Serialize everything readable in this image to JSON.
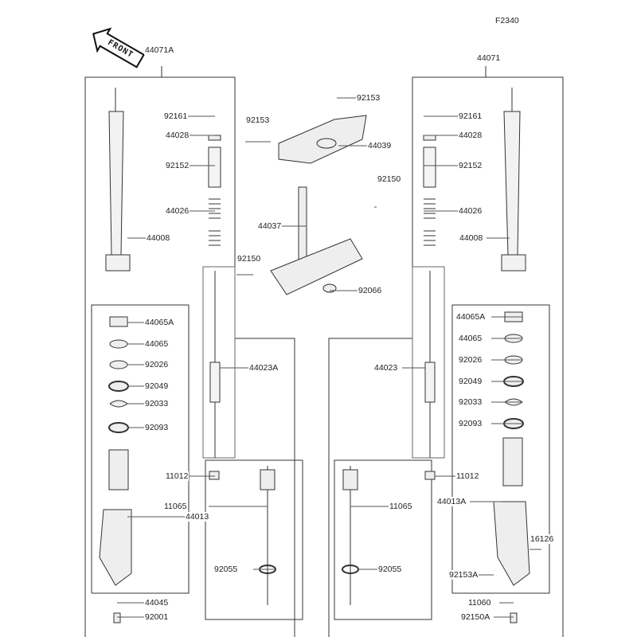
{
  "diagram_code": "F2340",
  "front_indicator": "FRONT",
  "labels": {
    "left": [
      "44071A",
      "92161",
      "44028",
      "92152",
      "44026",
      "44008",
      "44065A",
      "44065",
      "92026",
      "92049",
      "92033",
      "92093",
      "44023A",
      "11012",
      "11065",
      "44013",
      "92055",
      "44045",
      "92001"
    ],
    "center": [
      "92153",
      "92153",
      "44039",
      "92150",
      "44037",
      "92150",
      "92066"
    ],
    "right": [
      "44071",
      "92161",
      "44028",
      "92152",
      "44026",
      "44008",
      "44065A",
      "44065",
      "92026",
      "92049",
      "92033",
      "92093",
      "44023",
      "11012",
      "44013A",
      "11065",
      "16126",
      "92153A",
      "92055",
      "11060",
      "92150A"
    ]
  }
}
